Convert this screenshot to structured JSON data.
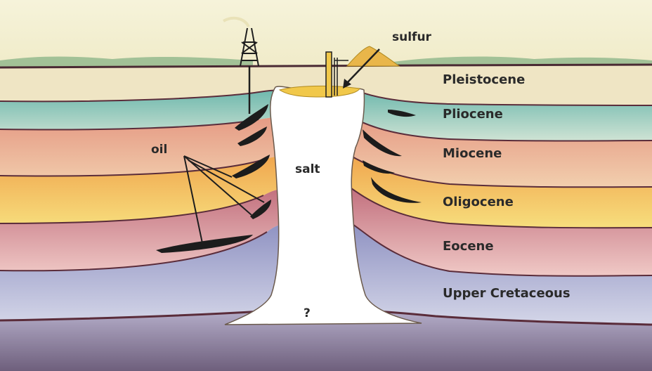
{
  "diagram": {
    "labels": {
      "sulfur": "sulfur",
      "oil": "oil",
      "salt": "salt",
      "unknown_base": "?"
    },
    "layers": [
      {
        "id": "pleistocene",
        "name": "Pleistocene"
      },
      {
        "id": "pliocene",
        "name": "Pliocene"
      },
      {
        "id": "miocene",
        "name": "Miocene"
      },
      {
        "id": "oligocene",
        "name": "Oligocene"
      },
      {
        "id": "eocene",
        "name": "Eocene"
      },
      {
        "id": "upper-cretaceous",
        "name": "Upper Cretaceous"
      }
    ],
    "colors": {
      "sky": "#f4f1d3",
      "hills": "#8fb78a",
      "pleistocene": "#efe5c4",
      "pliocene": "#88c6bd",
      "miocene": "#e7ad8f",
      "oligocene": "#f2c25a",
      "eocene": "#d9939a",
      "upper_cretaceous": "#a9aed1",
      "basement": "#8e7fa0",
      "salt": "#ffffff",
      "oil": "#1c1c1c",
      "sulfur": "#f1c84a",
      "boundary": "#5a2c3a"
    }
  }
}
